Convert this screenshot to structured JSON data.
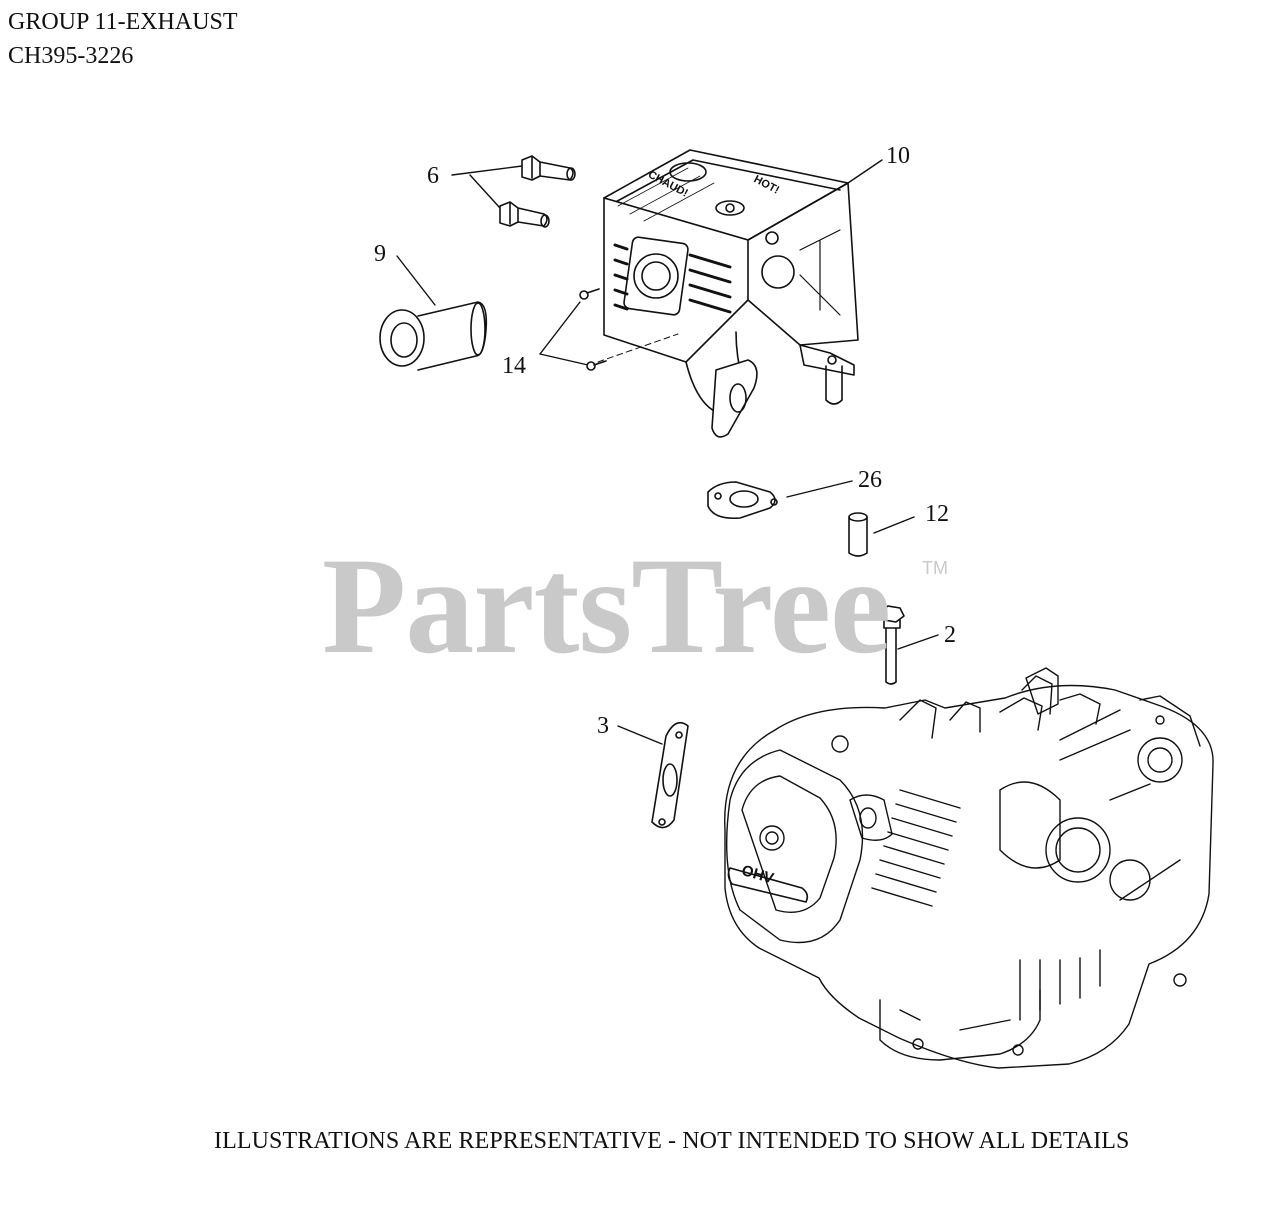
{
  "header": {
    "group_title": "GROUP 11-EXHAUST",
    "model_number": "CH395-3226"
  },
  "watermark": {
    "brand": "PartsTree",
    "trademark": "TM"
  },
  "muffler_text": {
    "word_left": "CHAUD!",
    "word_right": "HOT!"
  },
  "engine_text": {
    "badge": "OHV"
  },
  "callouts": [
    {
      "id": "2",
      "label": "2"
    },
    {
      "id": "3",
      "label": "3"
    },
    {
      "id": "6",
      "label": "6"
    },
    {
      "id": "9",
      "label": "9"
    },
    {
      "id": "10",
      "label": "10"
    },
    {
      "id": "12",
      "label": "12"
    },
    {
      "id": "14",
      "label": "14"
    },
    {
      "id": "26",
      "label": "26"
    }
  ],
  "footer": {
    "disclaimer": "ILLUSTRATIONS ARE REPRESENTATIVE - NOT INTENDED TO SHOW ALL DETAILS"
  },
  "colors": {
    "line": "#111111",
    "watermark": "#c9c9c9",
    "background": "#ffffff"
  }
}
